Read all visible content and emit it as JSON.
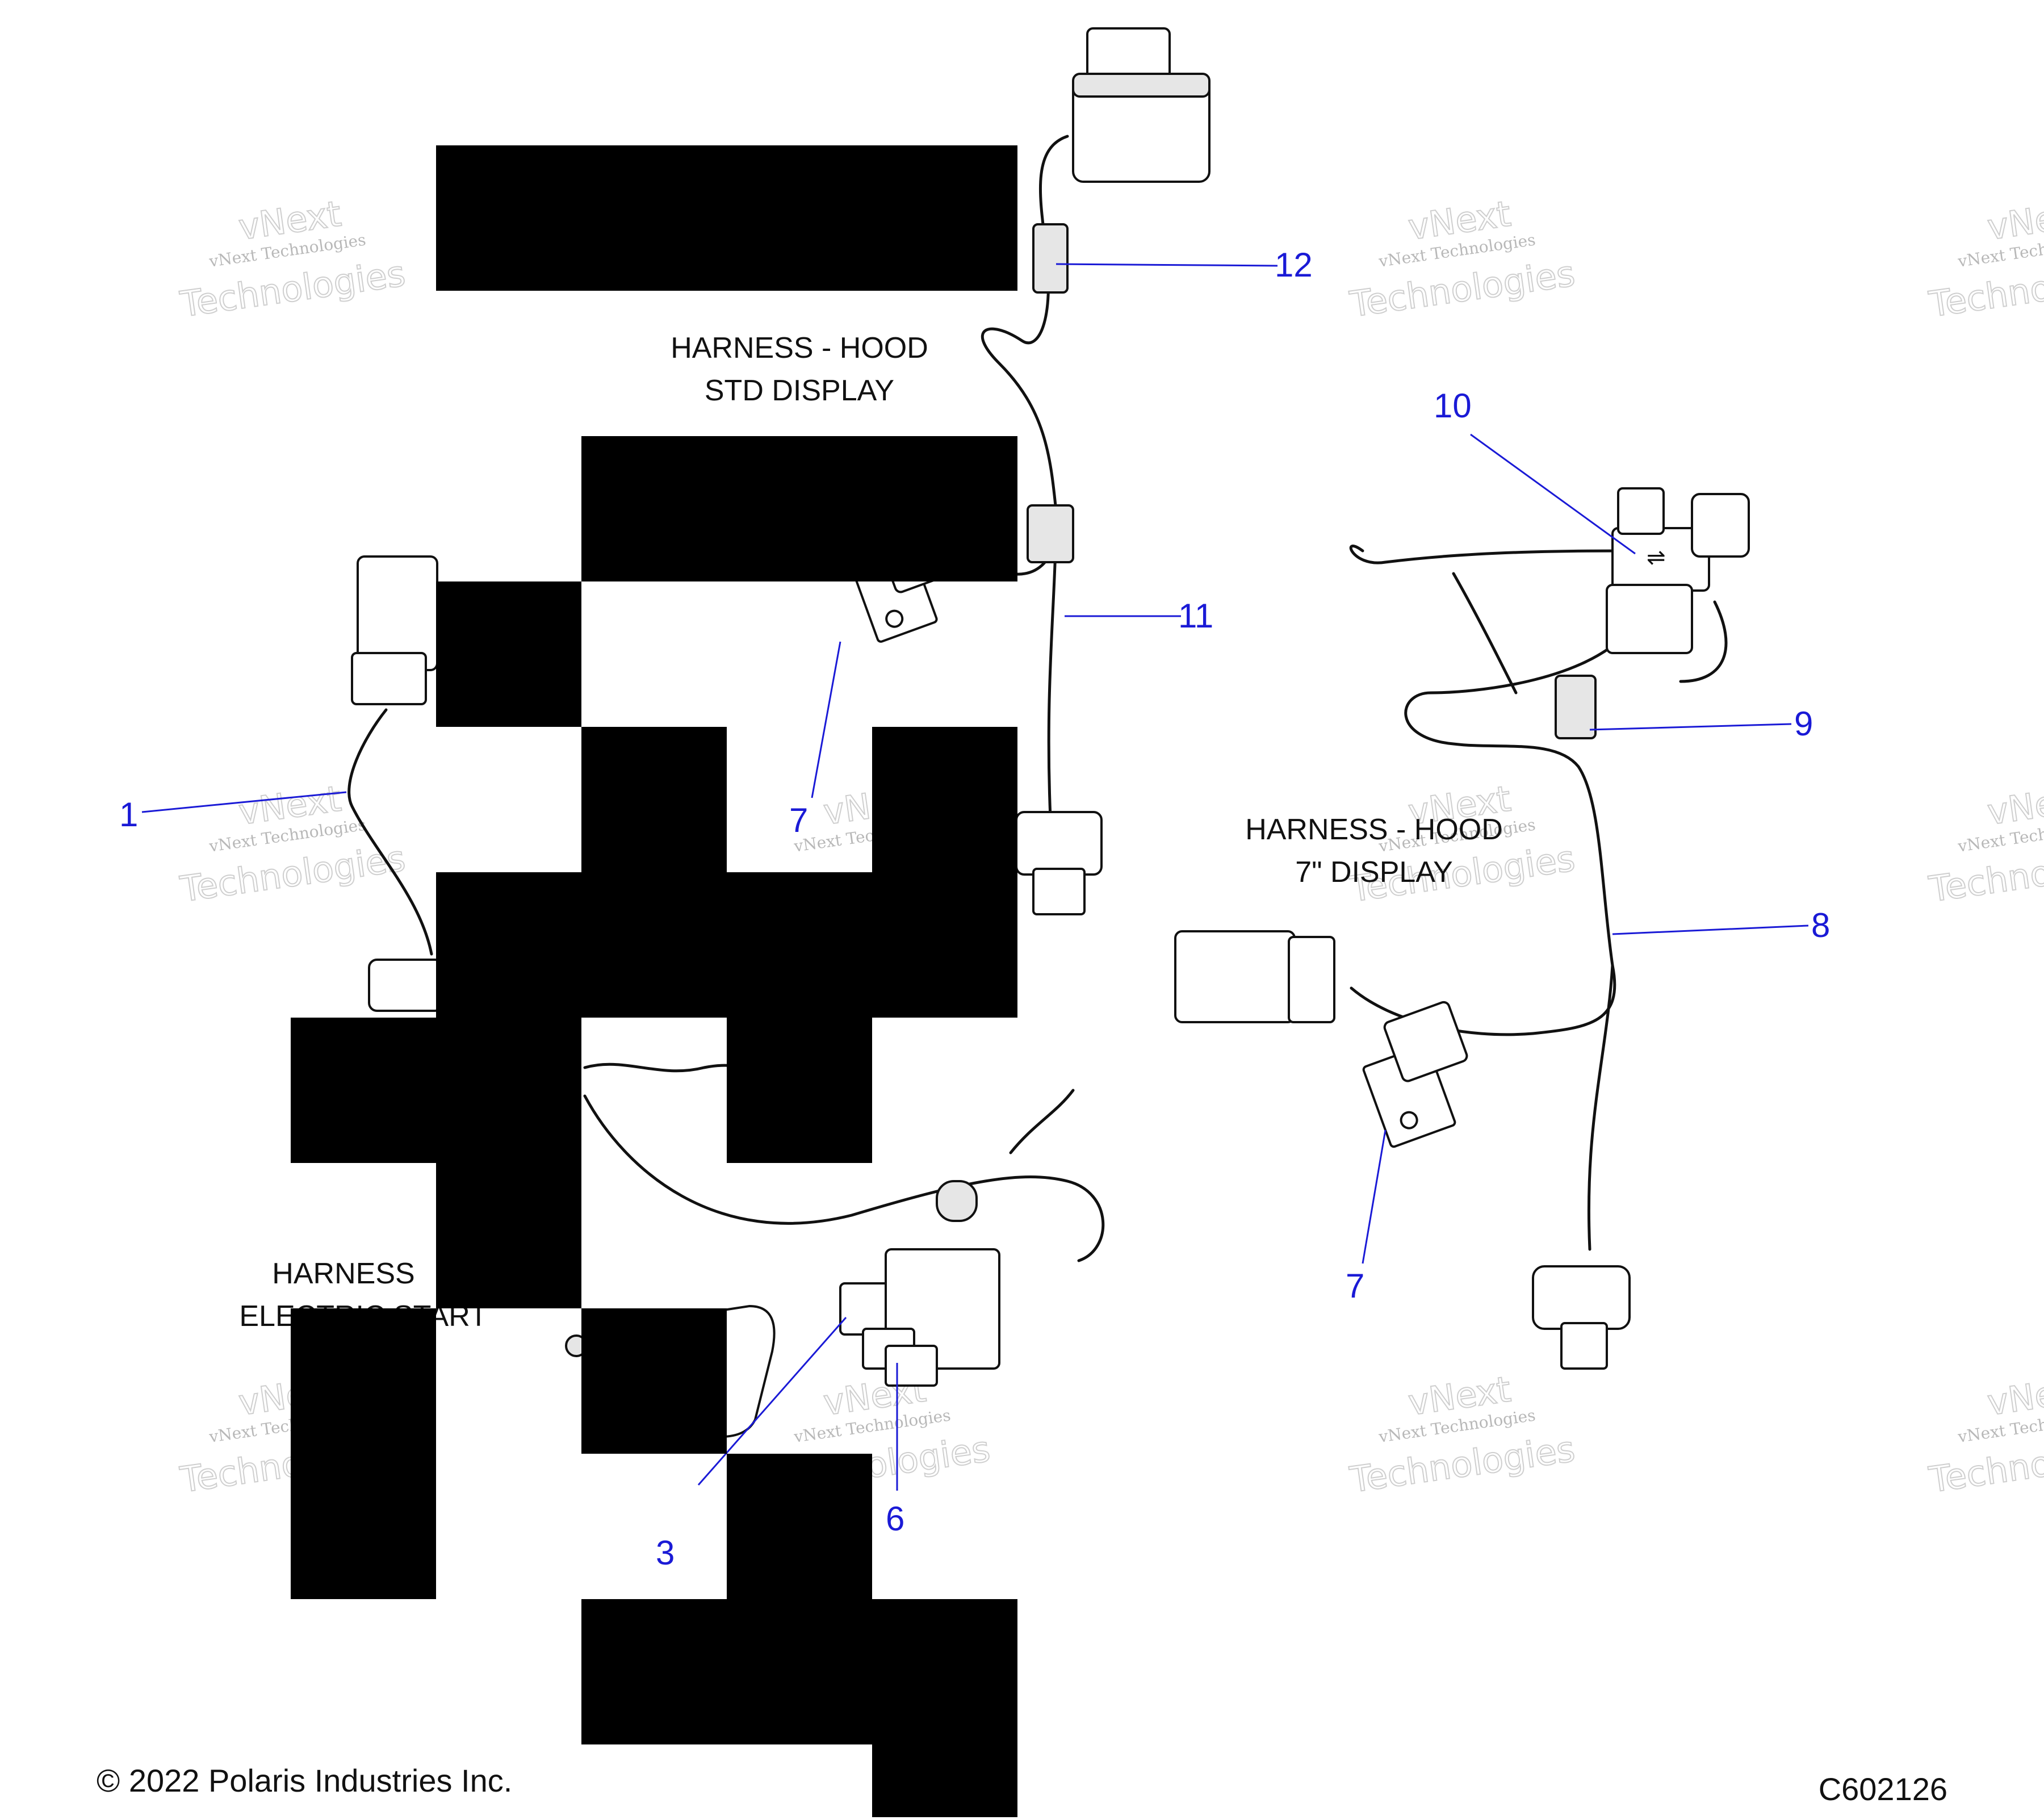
{
  "labels": {
    "harness_hood_std_line1": "HARNESS - HOOD",
    "harness_hood_std_line2": "STD DISPLAY",
    "harness_hood_7_line1": "HARNESS - HOOD",
    "harness_hood_7_line2": "7\" DISPLAY",
    "harness_electric_line1": "HARNESS",
    "harness_electric_line2": "ELECTRIC START"
  },
  "callouts": {
    "c1": "1",
    "c3": "3",
    "c6": "6",
    "c7a": "7",
    "c7b": "7",
    "c8": "8",
    "c9": "9",
    "c10": "10",
    "c11": "11",
    "c12": "12"
  },
  "watermark": {
    "line1": "vNext Technologies",
    "line2": "vNext",
    "line3": "Technologies"
  },
  "footer": {
    "copyright": "© 2022 Polaris Industries Inc.",
    "code": "C602126"
  },
  "colors": {
    "callout": "#1a1ad6",
    "ink": "#111111",
    "redaction": "#000000"
  }
}
